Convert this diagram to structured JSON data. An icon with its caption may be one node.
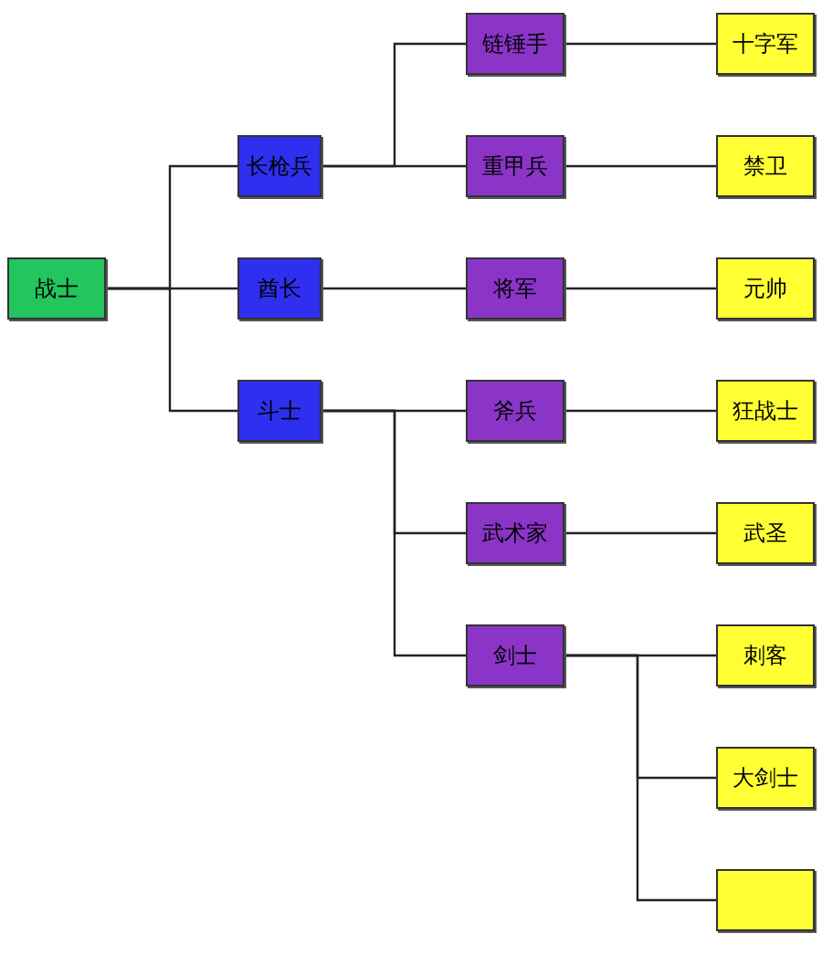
{
  "diagram": {
    "nodes": [
      {
        "text": [
          "战士"
        ]
      },
      {
        "text": [
          "长枪兵"
        ]
      },
      {
        "text": [
          "酋长"
        ]
      },
      {
        "text": [
          "斗士"
        ]
      },
      {
        "text": [
          "链锤手"
        ]
      },
      {
        "text": [
          "重甲兵"
        ]
      },
      {
        "text": [
          "将军"
        ]
      },
      {
        "text": [
          "斧兵"
        ]
      },
      {
        "text": [
          "武术家"
        ]
      },
      {
        "text": [
          "剑士"
        ]
      },
      {
        "text": [
          "十字军"
        ]
      },
      {
        "text": [
          "禁卫"
        ]
      },
      {
        "text": [
          "元帅"
        ]
      },
      {
        "text": [
          "狂战士"
        ]
      },
      {
        "text": [
          "武圣"
        ]
      },
      {
        "text": [
          "刺客"
        ]
      },
      {
        "text": [
          "大剑士"
        ]
      },
      {
        "text": [],
        "shape": "box"
      }
    ],
    "edges": [
      {
        "from": 0,
        "to": 1,
        "arrow": "none"
      },
      {
        "from": 0,
        "to": 2,
        "arrow": "none"
      },
      {
        "from": 0,
        "to": 3,
        "arrow": "none"
      },
      {
        "from": 1,
        "to": 4,
        "arrow": "none"
      },
      {
        "from": 1,
        "to": 5,
        "arrow": "none"
      },
      {
        "from": 2,
        "to": 6,
        "arrow": "none"
      },
      {
        "from": 3,
        "to": 7,
        "arrow": "none"
      },
      {
        "from": 3,
        "to": 8,
        "arrow": "none"
      },
      {
        "from": 3,
        "to": 9,
        "arrow": "none"
      },
      {
        "from": 4,
        "to": 10,
        "arrow": "none"
      },
      {
        "from": 5,
        "to": 11,
        "arrow": "none"
      },
      {
        "from": 6,
        "to": 12,
        "arrow": "none"
      },
      {
        "from": 7,
        "to": 13,
        "arrow": "none"
      },
      {
        "from": 8,
        "to": 14,
        "arrow": "none"
      },
      {
        "from": 9,
        "to": 15,
        "arrow": "none"
      },
      {
        "from": 9,
        "to": 16,
        "arrow": "none"
      },
      {
        "from": 9,
        "to": 17,
        "arrow": "none"
      }
    ]
  }
}
